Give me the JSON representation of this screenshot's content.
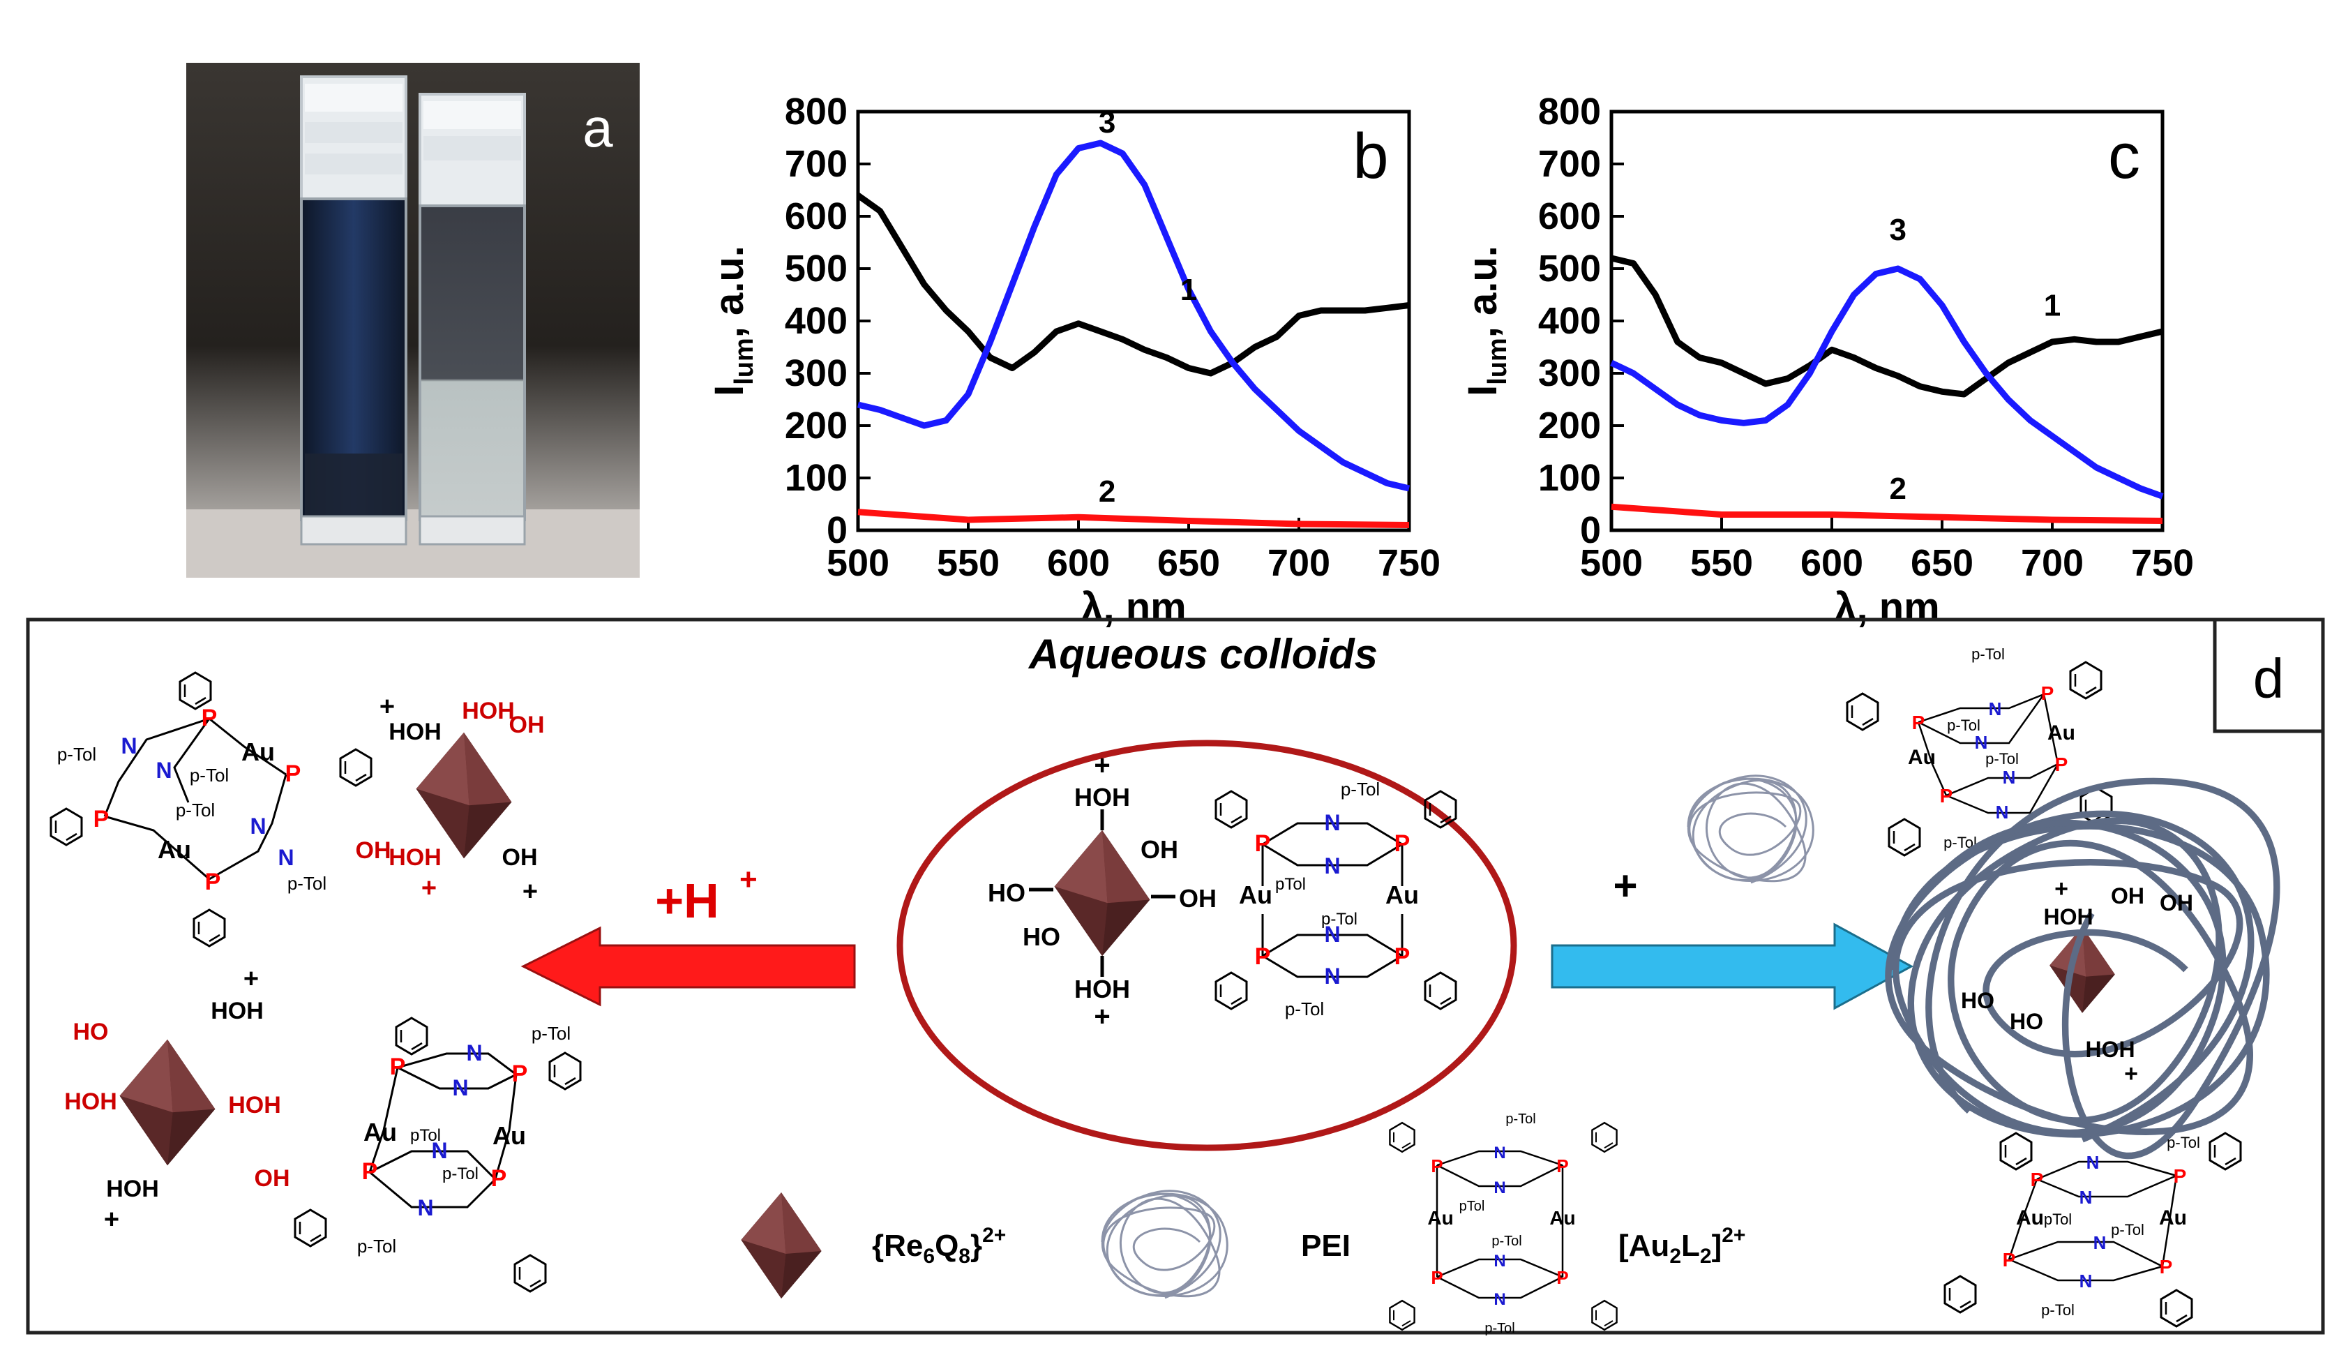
{
  "panels": {
    "a": {
      "letter": "a"
    },
    "b": {
      "letter": "b"
    },
    "c": {
      "letter": "c"
    },
    "d": {
      "letter": "d"
    }
  },
  "colors": {
    "series1": "#000000",
    "series2": "#ff1010",
    "series3": "#1a1aff",
    "cluster": "#7a3a3a",
    "arrow_red": "#ff1a1a",
    "arrow_blue": "#33bbee",
    "oval": "#b01818",
    "phosphorus": "#ff0000",
    "nitrogen": "#1a1ad0"
  },
  "chart_data": [
    {
      "type": "line",
      "panel": "b",
      "xlabel_symbol": "λ",
      "xlabel_unit": ", nm",
      "ylabel_main": "I",
      "ylabel_sub": "lum",
      "ylabel_unit": ", a.u.",
      "xlim": [
        500,
        750
      ],
      "ylim": [
        0,
        800
      ],
      "xticks": [
        500,
        550,
        600,
        650,
        700,
        750
      ],
      "yticks": [
        0,
        100,
        200,
        300,
        400,
        500,
        600,
        700,
        800
      ],
      "grid": false,
      "series": [
        {
          "name": "1",
          "x": [
            500,
            510,
            520,
            530,
            540,
            550,
            560,
            570,
            580,
            590,
            600,
            610,
            620,
            630,
            640,
            650,
            660,
            670,
            680,
            690,
            700,
            710,
            720,
            730,
            740,
            750
          ],
          "y": [
            640,
            610,
            540,
            470,
            420,
            380,
            330,
            310,
            340,
            380,
            395,
            380,
            365,
            345,
            330,
            310,
            300,
            320,
            350,
            370,
            410,
            420,
            420,
            420,
            425,
            430
          ]
        },
        {
          "name": "2",
          "x": [
            500,
            550,
            600,
            650,
            700,
            750
          ],
          "y": [
            35,
            20,
            25,
            18,
            12,
            10
          ]
        },
        {
          "name": "3",
          "x": [
            500,
            510,
            520,
            530,
            540,
            550,
            560,
            570,
            580,
            590,
            600,
            610,
            620,
            630,
            640,
            650,
            660,
            670,
            680,
            690,
            700,
            710,
            720,
            730,
            740,
            750
          ],
          "y": [
            240,
            230,
            215,
            200,
            210,
            260,
            360,
            470,
            580,
            680,
            730,
            740,
            720,
            660,
            560,
            460,
            380,
            320,
            270,
            230,
            190,
            160,
            130,
            110,
            90,
            80
          ]
        }
      ],
      "curve_labels": [
        {
          "text": "3",
          "x": 613,
          "y": 760
        },
        {
          "text": "1",
          "x": 650,
          "y": 440
        },
        {
          "text": "2",
          "x": 613,
          "y": 55
        }
      ]
    },
    {
      "type": "line",
      "panel": "c",
      "xlabel_symbol": "λ",
      "xlabel_unit": ", nm",
      "ylabel_main": "I",
      "ylabel_sub": "lum",
      "ylabel_unit": ", a.u.",
      "xlim": [
        500,
        750
      ],
      "ylim": [
        0,
        800
      ],
      "xticks": [
        500,
        550,
        600,
        650,
        700,
        750
      ],
      "yticks": [
        0,
        100,
        200,
        300,
        400,
        500,
        600,
        700,
        800
      ],
      "grid": false,
      "series": [
        {
          "name": "1",
          "x": [
            500,
            510,
            520,
            530,
            540,
            550,
            560,
            570,
            580,
            590,
            600,
            610,
            620,
            630,
            640,
            650,
            660,
            670,
            680,
            690,
            700,
            710,
            720,
            730,
            740,
            750
          ],
          "y": [
            520,
            510,
            450,
            360,
            330,
            320,
            300,
            280,
            290,
            315,
            345,
            330,
            310,
            295,
            275,
            265,
            260,
            290,
            320,
            340,
            360,
            365,
            360,
            360,
            370,
            380
          ]
        },
        {
          "name": "2",
          "x": [
            500,
            550,
            600,
            650,
            700,
            750
          ],
          "y": [
            45,
            30,
            30,
            25,
            20,
            18
          ]
        },
        {
          "name": "3",
          "x": [
            500,
            510,
            520,
            530,
            540,
            550,
            560,
            570,
            580,
            590,
            600,
            610,
            620,
            630,
            640,
            650,
            660,
            670,
            680,
            690,
            700,
            710,
            720,
            730,
            740,
            750
          ],
          "y": [
            320,
            300,
            270,
            240,
            220,
            210,
            205,
            210,
            240,
            300,
            380,
            450,
            490,
            500,
            480,
            430,
            360,
            300,
            250,
            210,
            180,
            150,
            120,
            100,
            80,
            65
          ]
        }
      ],
      "curve_labels": [
        {
          "text": "3",
          "x": 630,
          "y": 555
        },
        {
          "text": "1",
          "x": 700,
          "y": 410
        },
        {
          "text": "2",
          "x": 630,
          "y": 60
        }
      ]
    }
  ],
  "scheme": {
    "title": "Aqueous colloids",
    "acid_label": "+H",
    "acid_sup": "+",
    "plus_sign": "+",
    "legend": {
      "cluster_label": "{Re",
      "cluster_sub1": "6",
      "cluster_mid": "Q",
      "cluster_sub2": "8",
      "cluster_close": "}",
      "cluster_charge": "2+",
      "pei_label": "PEI",
      "complex_label": "[Au",
      "complex_sub1": "2",
      "complex_mid": "L",
      "complex_sub2": "2",
      "complex_close": "]",
      "complex_charge": "2+"
    },
    "labels": {
      "oh": "OH",
      "ho": "HO",
      "hoh": "HOH",
      "au": "Au",
      "p": "P",
      "n": "N",
      "ptol": "p-Tol",
      "ptol_short": "pTol",
      "plus": "+"
    }
  }
}
